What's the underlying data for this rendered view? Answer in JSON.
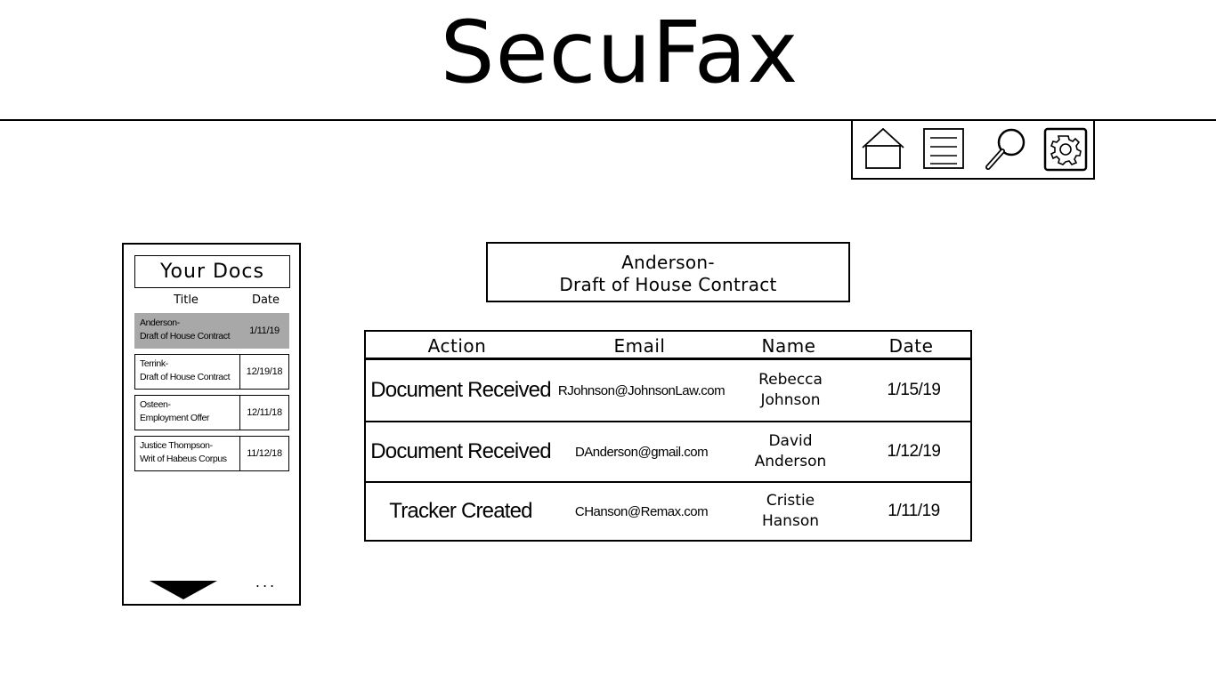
{
  "app": {
    "title": "SecuFax"
  },
  "toolbar": {
    "icons": [
      "home-icon",
      "menu-icon",
      "search-icon",
      "gear-icon"
    ]
  },
  "docs": {
    "heading": "Your Docs",
    "columns": {
      "title": "Title",
      "date": "Date"
    },
    "items": [
      {
        "title": "Anderson-\nDraft of House Contract",
        "date": "1/11/19",
        "selected": true
      },
      {
        "title": "Terrink-\nDraft of House Contract",
        "date": "12/19/18",
        "selected": false
      },
      {
        "title": "Osteen-\nEmployment Offer",
        "date": "12/11/18",
        "selected": false
      },
      {
        "title": "Justice Thompson-\nWrit of Habeus Corpus",
        "date": "11/12/18",
        "selected": false
      }
    ],
    "more_label": "...",
    "scroll_icon": "triangle-down-icon"
  },
  "main": {
    "doc_title_line1": "Anderson-",
    "doc_title_line2": "Draft of House Contract",
    "table": {
      "headers": {
        "action": "Action",
        "email": "Email",
        "name": "Name",
        "date": "Date"
      },
      "rows": [
        {
          "action": "Document Received",
          "email": "RJohnson@JohnsonLaw.com",
          "name": "Rebecca\nJohnson",
          "date": "1/15/19"
        },
        {
          "action": "Document Received",
          "email": "DAnderson@gmail.com",
          "name": "David\nAnderson",
          "date": "1/12/19"
        },
        {
          "action": "Tracker Created",
          "email": "CHanson@Remax.com",
          "name": "Cristie\nHanson",
          "date": "1/11/19"
        }
      ]
    }
  },
  "colors": {
    "selected_row": "#a8a8a8",
    "lines": "#000000",
    "background": "#ffffff"
  }
}
